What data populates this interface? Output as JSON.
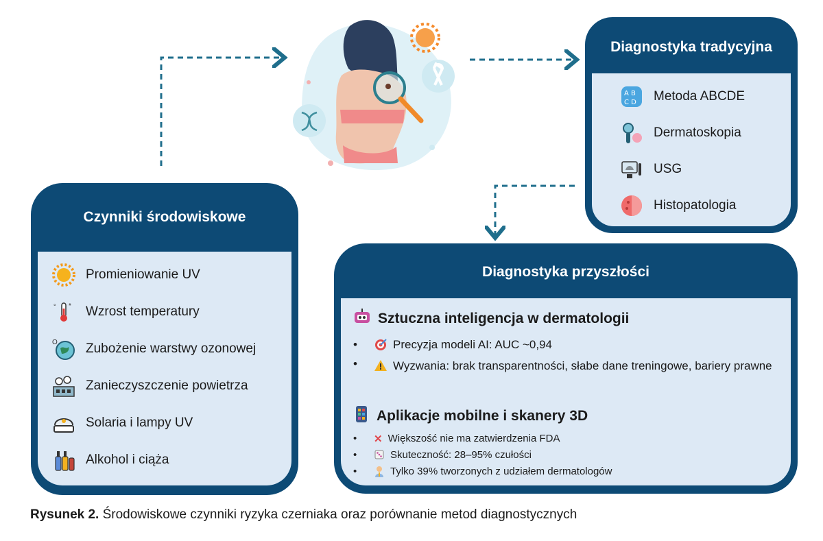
{
  "colors": {
    "panel": "#0d4a75",
    "panel_body": "#dde9f5",
    "arrow": "#1f6e8c"
  },
  "environmental": {
    "title": "Czynniki środowiskowe",
    "items": [
      {
        "icon": "sun-icon",
        "label": "Promieniowanie UV"
      },
      {
        "icon": "thermometer-icon",
        "label": "Wzrost temperatury"
      },
      {
        "icon": "ozone-globe-icon",
        "label": "Zubożenie warstwy ozonowej"
      },
      {
        "icon": "factory-smoke-icon",
        "label": "Zanieczyszczenie powietrza"
      },
      {
        "icon": "tanning-bed-icon",
        "label": "Solaria i lampy UV"
      },
      {
        "icon": "bottles-icon",
        "label": "Alkohol i ciąża"
      }
    ]
  },
  "traditional": {
    "title": "Diagnostyka tradycyjna",
    "items": [
      {
        "icon": "abcd-icon",
        "label": "Metoda ABCDE"
      },
      {
        "icon": "dermatoscope-icon",
        "label": "Dermatoskopia"
      },
      {
        "icon": "ultrasound-icon",
        "label": "USG"
      },
      {
        "icon": "cell-sample-icon",
        "label": "Histopatologia"
      }
    ]
  },
  "future": {
    "title": "Diagnostyka przyszłości",
    "ai": {
      "title": "Sztuczna inteligencja w dermatologii",
      "bullets": [
        {
          "icon": "target-icon",
          "text": "Precyzja modeli AI: AUC ~0,94"
        },
        {
          "icon": "warning-icon",
          "text": "Wyzwania: brak transparentności, słabe dane treningowe, bariery prawne"
        }
      ]
    },
    "mobile": {
      "title": "Aplikacje mobilne i skanery 3D",
      "bullets": [
        {
          "icon": "cross-mark-icon",
          "text": "Większość nie ma zatwierdzenia FDA"
        },
        {
          "icon": "dice-icon",
          "text": "Skuteczność: 28–95% czułości"
        },
        {
          "icon": "doctor-icon",
          "text": "Tylko 39% tworzonych z udziałem dermatologów"
        }
      ]
    }
  },
  "caption": {
    "label": "Rysunek 2.",
    "text": "Środowiskowe czynniki ryzyka czerniaka oraz porównanie metod diagnostycznych"
  }
}
